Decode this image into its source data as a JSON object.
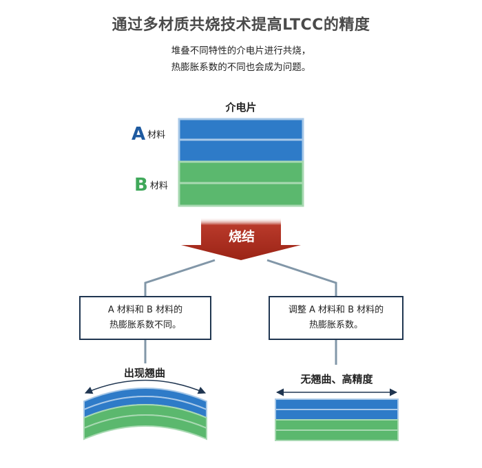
{
  "title": "通过多材质共烧技术提高LTCC的精度",
  "subtitle": {
    "line1": "堆叠不同特性的介电片进行共烧，",
    "line2": "热膨胀系数的不同也会成为问题。"
  },
  "stack": {
    "label": "介电片",
    "material_a": {
      "letter": "A",
      "text": "材料"
    },
    "material_b": {
      "letter": "B",
      "text": "材料"
    }
  },
  "process": {
    "label": "烧结"
  },
  "left_result": {
    "line1": "A 材料和 B 材料的",
    "line2": "热膨胀系数不同。",
    "outcome": "出现翘曲"
  },
  "right_result": {
    "line1": "调整 A 材料和 B 材料的",
    "line2": "热膨胀系数。",
    "outcome": "无翘曲、高精度"
  },
  "colors": {
    "blue": "#2e7bc8",
    "blue_border": "#a9c9e8",
    "green": "#5bb86e",
    "green_border": "#a8d9b2",
    "arrow": "#a2291b",
    "connector": "#8297a8",
    "box_border": "#1f3550"
  }
}
